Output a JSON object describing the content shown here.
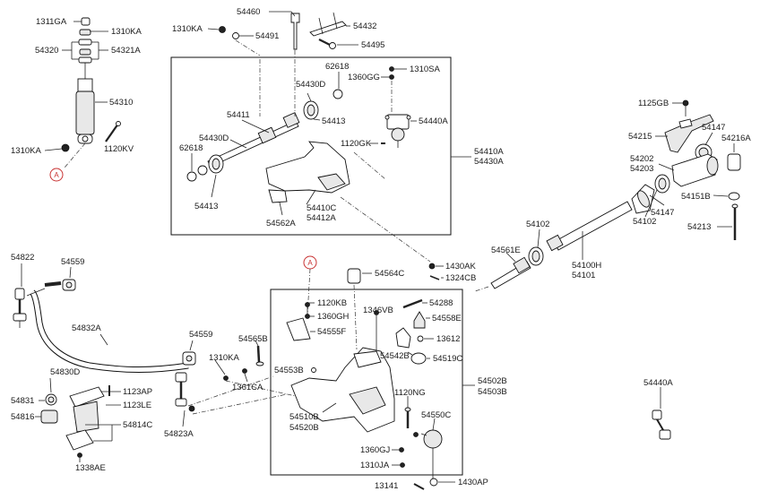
{
  "labels": {
    "l_1311GA": "1311GA",
    "l_1310KA_top": "1310KA",
    "l_54320": "54320",
    "l_54321A": "54321A",
    "l_54310": "54310",
    "l_1310KA_left": "1310KA",
    "l_1120KV": "1120KV",
    "l_1310KA_mid": "1310KA",
    "l_54460": "54460",
    "l_54491": "54491",
    "l_54432": "54432",
    "l_54495": "54495",
    "l_62618_top": "62618",
    "l_1310SA": "1310SA",
    "l_1360GG": "1360GG",
    "l_54430D_top": "54430D",
    "l_54411": "54411",
    "l_54413_top": "54413",
    "l_54440A": "54440A",
    "l_54430D_left": "54430D",
    "l_1120GK": "1120GK",
    "l_62618_left": "62618",
    "l_54410A": "54410A",
    "l_54430A": "54430A",
    "l_54413_bottom": "54413",
    "l_54410C": "54410C",
    "l_54412A": "54412A",
    "l_54562A": "54562A",
    "l_1125GB": "1125GB",
    "l_54147_top": "54147",
    "l_54215": "54215",
    "l_54216A": "54216A",
    "l_54202": "54202",
    "l_54203": "54203",
    "l_54151B": "54151B",
    "l_54213": "54213",
    "l_54147_mid": "54147",
    "l_54102_mid": "54102",
    "l_54102_left": "54102",
    "l_54561E": "54561E",
    "l_54100H": "54100H",
    "l_54101": "54101",
    "l_1430AK": "1430AK",
    "l_1324CB": "1324CB",
    "l_54822": "54822",
    "l_54559_top": "54559",
    "l_54832A": "54832A",
    "l_54559_mid": "54559",
    "l_54565B": "54565B",
    "l_1310KA_low": "1310KA",
    "l_1361CA": "1361CA",
    "l_54830D": "54830D",
    "l_1123AP": "1123AP",
    "l_54831": "54831",
    "l_1123LE": "1123LE",
    "l_54816": "54816",
    "l_54814C": "54814C",
    "l_54823A": "54823A",
    "l_1338AE": "1338AE",
    "l_54564C": "54564C",
    "l_1120KB": "1120KB",
    "l_1360GH": "1360GH",
    "l_54288": "54288",
    "l_1346VB": "1346VB",
    "l_54558E": "54558E",
    "l_54555F": "54555F",
    "l_13612": "13612",
    "l_54553B": "54553B",
    "l_54542B": "54542B",
    "l_54519C": "54519C",
    "l_54502B": "54502B",
    "l_54503B": "54503B",
    "l_1120NG": "1120NG",
    "l_54510B": "54510B",
    "l_54520B": "54520B",
    "l_54550C": "54550C",
    "l_1360GJ": "1360GJ",
    "l_1310JA": "1310JA",
    "l_13141": "13141",
    "l_1430AP": "1430AP",
    "l_54440A_right": "54440A"
  },
  "markers": {
    "marker_a_left": "A",
    "marker_a_center": "A"
  },
  "colors": {
    "line": "#222222",
    "marker": "#c83232",
    "text": "#1a1a1a"
  }
}
